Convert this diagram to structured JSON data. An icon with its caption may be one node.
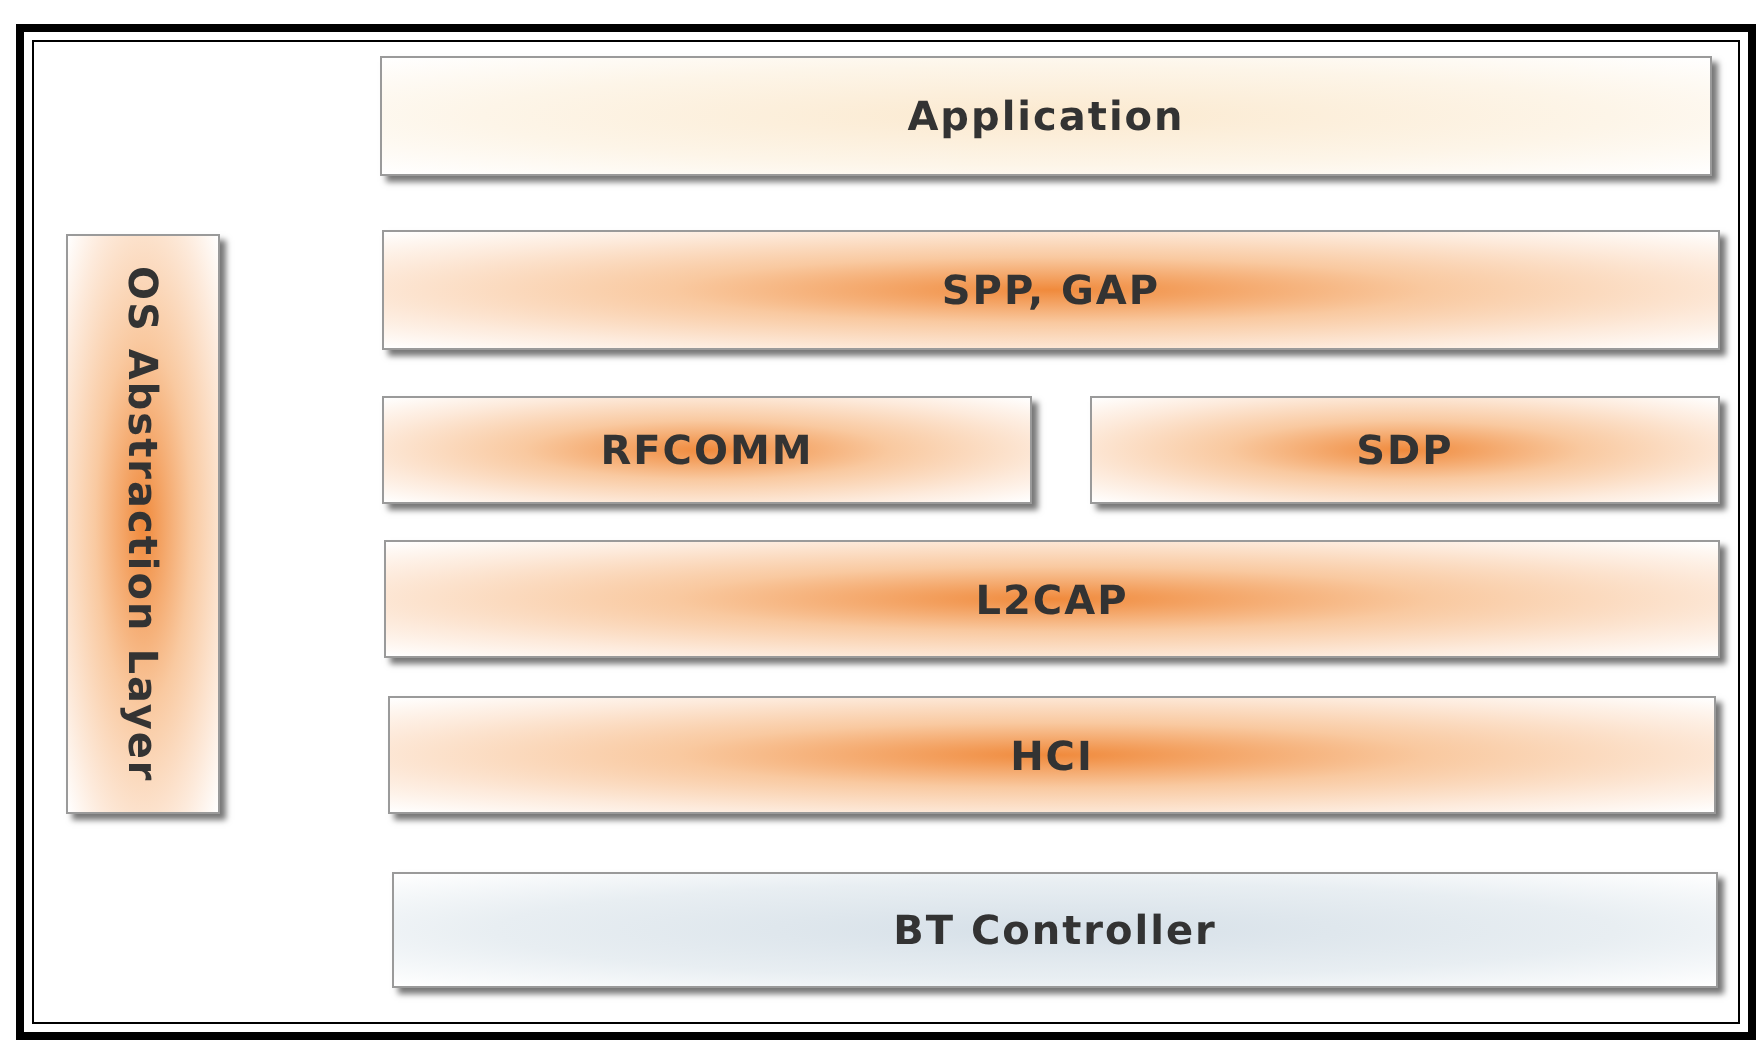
{
  "diagram": {
    "nodes": [
      {
        "text": [
          "Application"
        ]
      },
      {
        "text": [
          "OS Abstraction Layer"
        ]
      },
      {
        "text": [
          "SPP, GAP"
        ]
      },
      {
        "text": [
          "RFCOMM"
        ]
      },
      {
        "text": [
          "SDP"
        ]
      },
      {
        "text": [
          "L2CAP"
        ]
      },
      {
        "text": [
          "HCI"
        ]
      },
      {
        "text": [
          "BT Controller"
        ]
      }
    ]
  }
}
